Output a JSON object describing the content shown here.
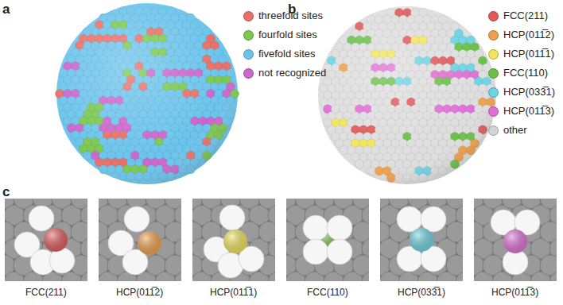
{
  "diagram": {
    "labels": [
      "a",
      "b",
      "c",
      "FCC(211)",
      "HCP(011̅2)",
      "HCP(011̅1)",
      "FCC(110)",
      "HCP(033̅1)",
      "HCP(011̅3)"
    ],
    "legend": [
      {
        "text": "threefold sites",
        "color": "#e87068"
      },
      {
        "text": "fourfold sites",
        "color": "#7cc850"
      },
      {
        "text": "fivefold sites",
        "color": "#6cc4ec"
      },
      {
        "text": "not recognized",
        "color": "#cc66cc"
      },
      {
        "text": "FCC(211)",
        "color": "#e05a5a"
      },
      {
        "text": "HCP(011̅2)",
        "color": "#f0a04a"
      },
      {
        "text": "HCP(011̅1)",
        "color": "#f2e45a"
      },
      {
        "text": "FCC(110)",
        "color": "#6cc04a"
      },
      {
        "text": "HCP(033̅1)",
        "color": "#6ed4e4"
      },
      {
        "text": "HCP(011̅3)",
        "color": "#e070d6"
      },
      {
        "text": "other",
        "color": "#d4d4d4"
      }
    ]
  }
}
